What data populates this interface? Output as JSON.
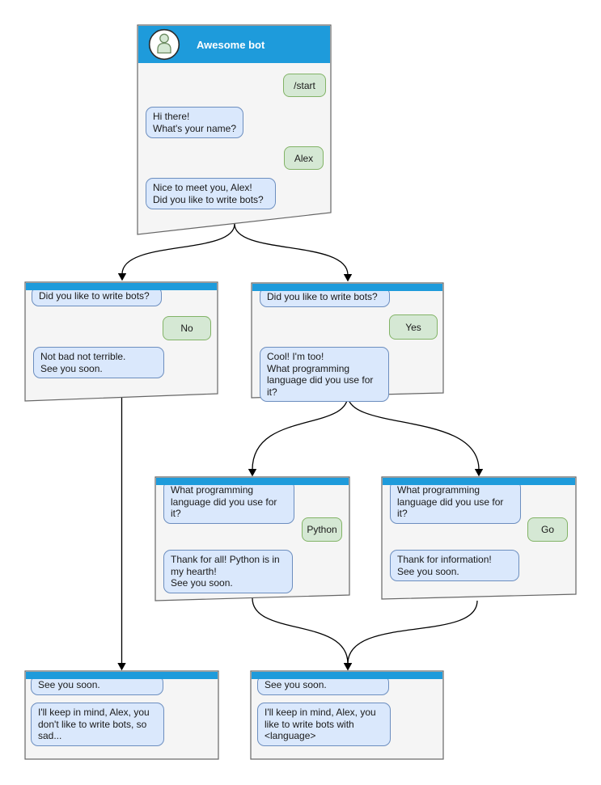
{
  "colors": {
    "header_blue": "#1E9BDB",
    "bot_bubble_fill": "#DAE8FC",
    "bot_bubble_border": "#6C8EBF",
    "user_bubble_fill": "#D5E8D4",
    "user_bubble_border": "#82B366",
    "window_fill": "#F5F5F5",
    "window_border": "#666666",
    "arrow_color": "#000000"
  },
  "bot": {
    "title": "Awesome bot",
    "avatar_icon": "person-icon"
  },
  "chat_root": {
    "user_start": "/start",
    "bot_greeting": "Hi there!\nWhat's your name?",
    "user_name": "Alex",
    "bot_question": "Nice to meet you, Alex!\nDid you like to write bots?"
  },
  "chat_no": {
    "bot_question": "Did you like to write bots?",
    "user_answer": "No",
    "bot_reply": "Not bad not terrible.\nSee you soon."
  },
  "chat_yes": {
    "bot_question": "Did you like to write bots?",
    "user_answer": "Yes",
    "bot_reply": "Cool! I'm too!\nWhat programming\nlanguage did you use for it?"
  },
  "chat_python": {
    "bot_question": "What programming\nlanguage did you use for it?",
    "user_answer": "Python",
    "bot_reply": "Thank for all! Python is in\nmy hearth!\nSee you soon."
  },
  "chat_go": {
    "bot_question": "What programming\nlanguage did you use for it?",
    "user_answer": "Go",
    "bot_reply": "Thank for information!\nSee you soon."
  },
  "chat_end_no": {
    "bot_context": "See you soon.",
    "bot_reply": "I'll keep in mind, Alex, you\ndon't like to write bots, so\nsad..."
  },
  "chat_end_yes": {
    "bot_context": "See you soon.",
    "bot_reply": "I'll keep in mind, Alex, you\nlike to write bots with\n<language>"
  }
}
